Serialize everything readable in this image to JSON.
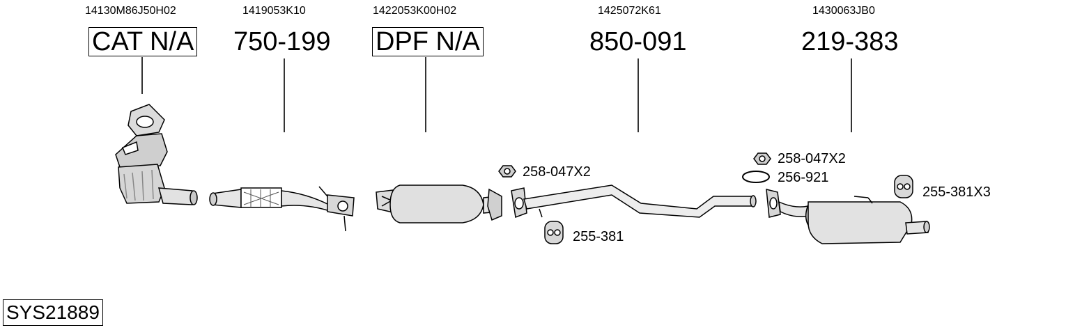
{
  "system_code": "SYS21889",
  "parts": [
    {
      "oem": "14130M86J50H02",
      "number": "CAT N/A",
      "boxed": true
    },
    {
      "oem": "1419053K10",
      "number": "750-199",
      "boxed": false
    },
    {
      "oem": "1422053K00H02",
      "number": "DPF N/A",
      "boxed": true
    },
    {
      "oem": "1425072K61",
      "number": "850-091",
      "boxed": false
    },
    {
      "oem": "1430063JB0",
      "number": "219-383",
      "boxed": false
    }
  ],
  "accessories": [
    {
      "label": "258-047X2"
    },
    {
      "label": "255-381"
    },
    {
      "label": "258-047X2"
    },
    {
      "label": "256-921"
    },
    {
      "label": "255-381X3"
    }
  ]
}
